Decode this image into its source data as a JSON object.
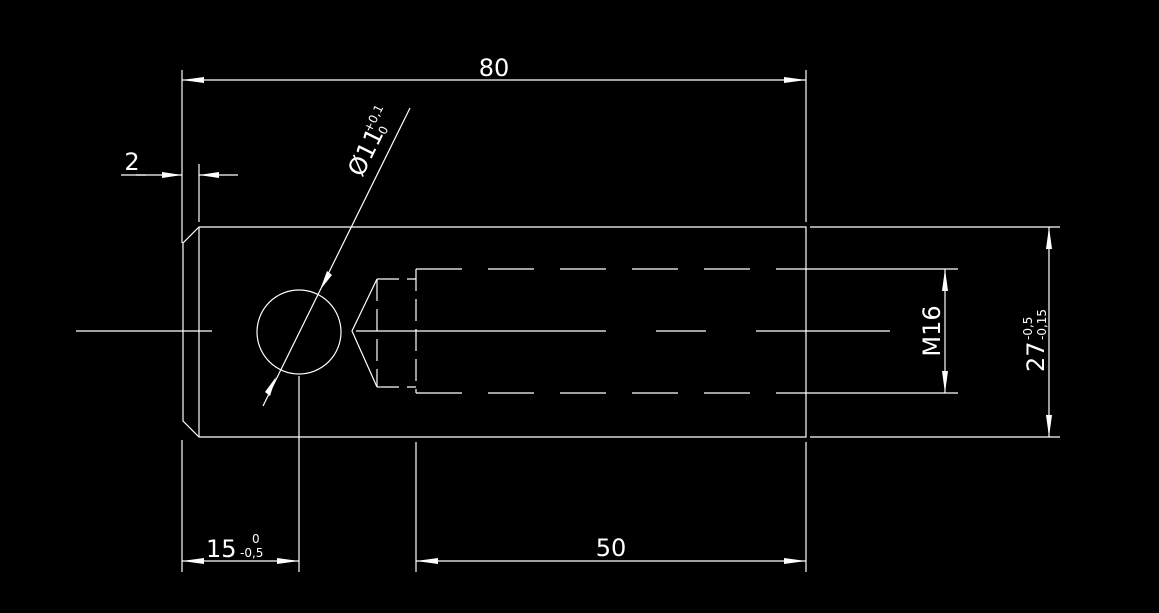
{
  "drawing": {
    "background": "#000000",
    "line_color": "#ffffff",
    "dimensions": {
      "overall_length": "80",
      "chamfer": "2",
      "hole_diameter": {
        "base": "Ø11",
        "upper": "+0,1",
        "lower": "-0"
      },
      "hole_position": {
        "base": "15",
        "upper": "0",
        "lower": "-0,5"
      },
      "thread_length": "50",
      "thread_size": "M16",
      "width": {
        "base": "27",
        "upper": "-0,5",
        "lower": "-0,15"
      }
    }
  }
}
